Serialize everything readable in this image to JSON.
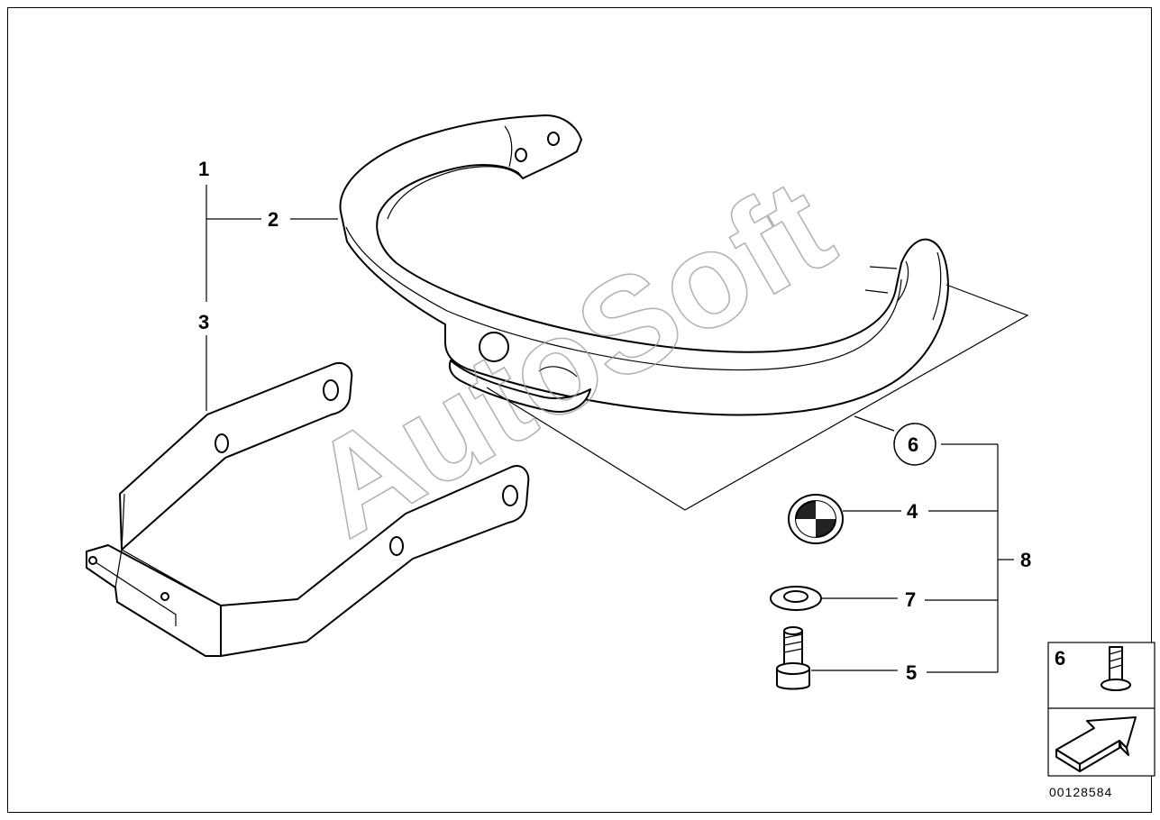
{
  "callouts": {
    "c1": "1",
    "c2": "2",
    "c3": "3",
    "c4": "4",
    "c5": "5",
    "c6": "6",
    "c7": "7",
    "c8": "8"
  },
  "inset": {
    "label": "6"
  },
  "watermark": "AutoSoft",
  "document_number": "00128584"
}
